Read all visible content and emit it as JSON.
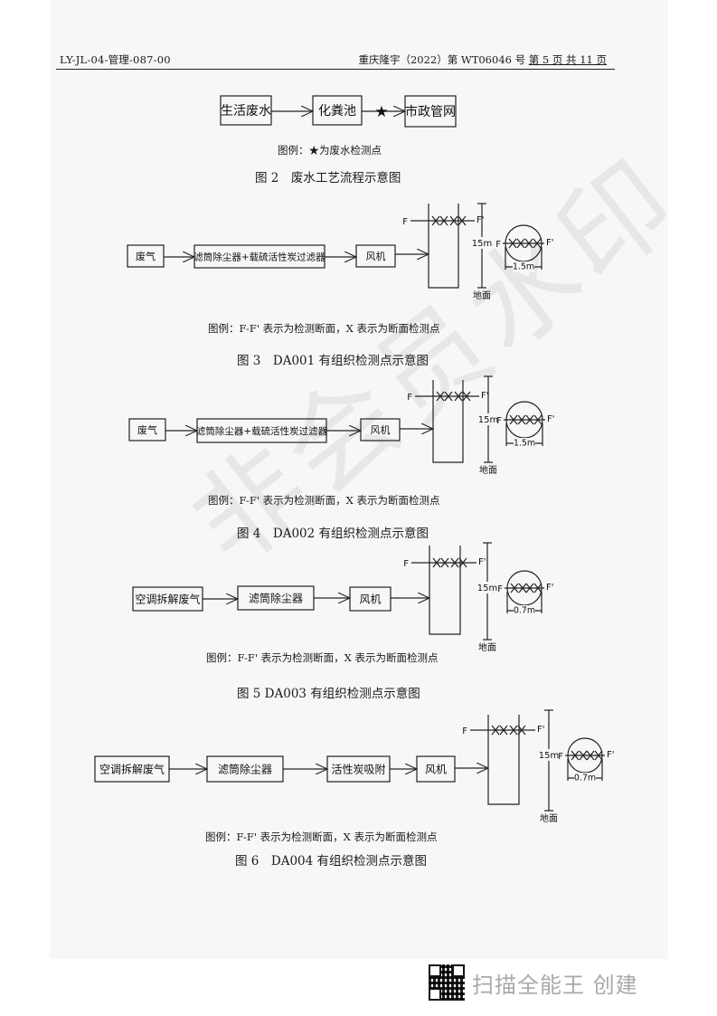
{
  "header": {
    "doc_code": "LY-JL-04-管理-087-00",
    "report_no": "重庆隆宇（2022）第 WT06046 号",
    "page_label": "第 5 页 共 11 页"
  },
  "figure2": {
    "boxes": [
      "生活废水",
      "化粪池",
      "市政管网"
    ],
    "legend": "图例：★为废水检测点",
    "caption": "图 2　废水工艺流程示意图",
    "marker": "star-icon"
  },
  "figure3": {
    "boxes": [
      "废气",
      "滤筒除尘器+载硫活性炭过滤器",
      "风机"
    ],
    "stack_height": "15m",
    "diameter": "1.5m",
    "ground": "地面",
    "f_left": "F",
    "f_right": "F'",
    "points": "XX XX",
    "legend": "图例：F-F' 表示为检测断面，X 表示为断面检测点",
    "caption": "图 3　DA001 有组织检测点示意图"
  },
  "figure4": {
    "boxes": [
      "废气",
      "滤筒除尘器+载硫活性炭过滤器",
      "风机"
    ],
    "stack_height": "15m",
    "diameter": "1.5m",
    "ground": "地面",
    "f_left": "F",
    "f_right": "F'",
    "points": "XX XX",
    "legend": "图例：F-F' 表示为检测断面，X 表示为断面检测点",
    "caption": "图 4　DA002 有组织检测点示意图"
  },
  "figure5": {
    "boxes": [
      "空调拆解废气",
      "滤筒除尘器",
      "风机"
    ],
    "stack_height": "15m",
    "diameter": "0.7m",
    "ground": "地面",
    "f_left": "F",
    "f_right": "F'",
    "points": "XX XX",
    "legend": "图例：F-F' 表示为检测断面，X 表示为断面检测点",
    "caption": "图 5 DA003 有组织检测点示意图"
  },
  "figure6": {
    "boxes": [
      "空调拆解废气",
      "滤筒除尘器",
      "活性炭吸附",
      "风机"
    ],
    "stack_height": "15m",
    "diameter": "0.7m",
    "ground": "地面",
    "f_left": "F",
    "f_right": "F'",
    "points": "XX XX",
    "legend": "图例：F-F' 表示为检测断面，X 表示为断面检测点",
    "caption": "图 6　DA004 有组织检测点示意图"
  },
  "watermark": "非会员水印",
  "footer": {
    "text": "扫描全能王 创建",
    "icon": "qr-code-icon"
  }
}
